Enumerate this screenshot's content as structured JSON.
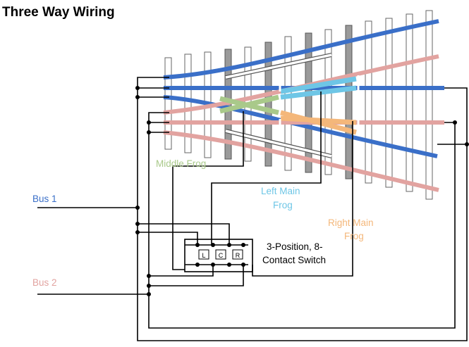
{
  "title": "Three Way Wiring",
  "labels": {
    "middle_frog": "Middle Frog",
    "left_main_frog_1": "Left Main",
    "left_main_frog_2": "Frog",
    "right_main_frog_1": "Right Main",
    "right_main_frog_2": "Frog",
    "switch_1": "3-Position, 8-",
    "switch_2": "Contact Switch",
    "bus1": "Bus 1",
    "bus2": "Bus 2"
  },
  "switch_positions": [
    "L",
    "C",
    "R"
  ],
  "colors": {
    "bus1": "#3a6fc8",
    "bus2": "#e2a3a0",
    "middle_frog": "#a9c98a",
    "left_main_frog": "#6ec6e6",
    "right_main_frog": "#f4b77a"
  }
}
